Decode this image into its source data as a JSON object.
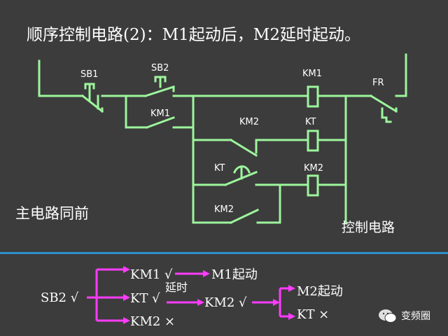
{
  "title": "顺序控制电路(2)：M1起动后，M2延时起动。",
  "notes": {
    "main_circuit": "主电路同前",
    "control_circuit": "控制电路"
  },
  "circuit_labels": {
    "sb1": "SB1",
    "sb2": "SB2",
    "km1_contact": "KM1",
    "km2_contact": "KM2",
    "kt_contact": "KT",
    "km2_seal": "KM2",
    "km1_coil": "KM1",
    "kt_coil": "KT",
    "km2_coil": "KM2",
    "fr": "FR"
  },
  "sequence": {
    "start": "SB2 √",
    "km1_on": "KM1 √",
    "kt_on": "KT √",
    "km2_off": "KM2 ×",
    "m1_start": "M1起动",
    "delay": "延时",
    "km2_on": "KM2 √",
    "m2_start": "M2起动",
    "kt_off": "KT ×"
  },
  "watermark": "变频圈",
  "colors": {
    "background": "#3c3c3c",
    "wire": "#9df59d",
    "arrow": "#ff3bff",
    "text": "#ffffff",
    "divider": "#2e8fc9"
  }
}
